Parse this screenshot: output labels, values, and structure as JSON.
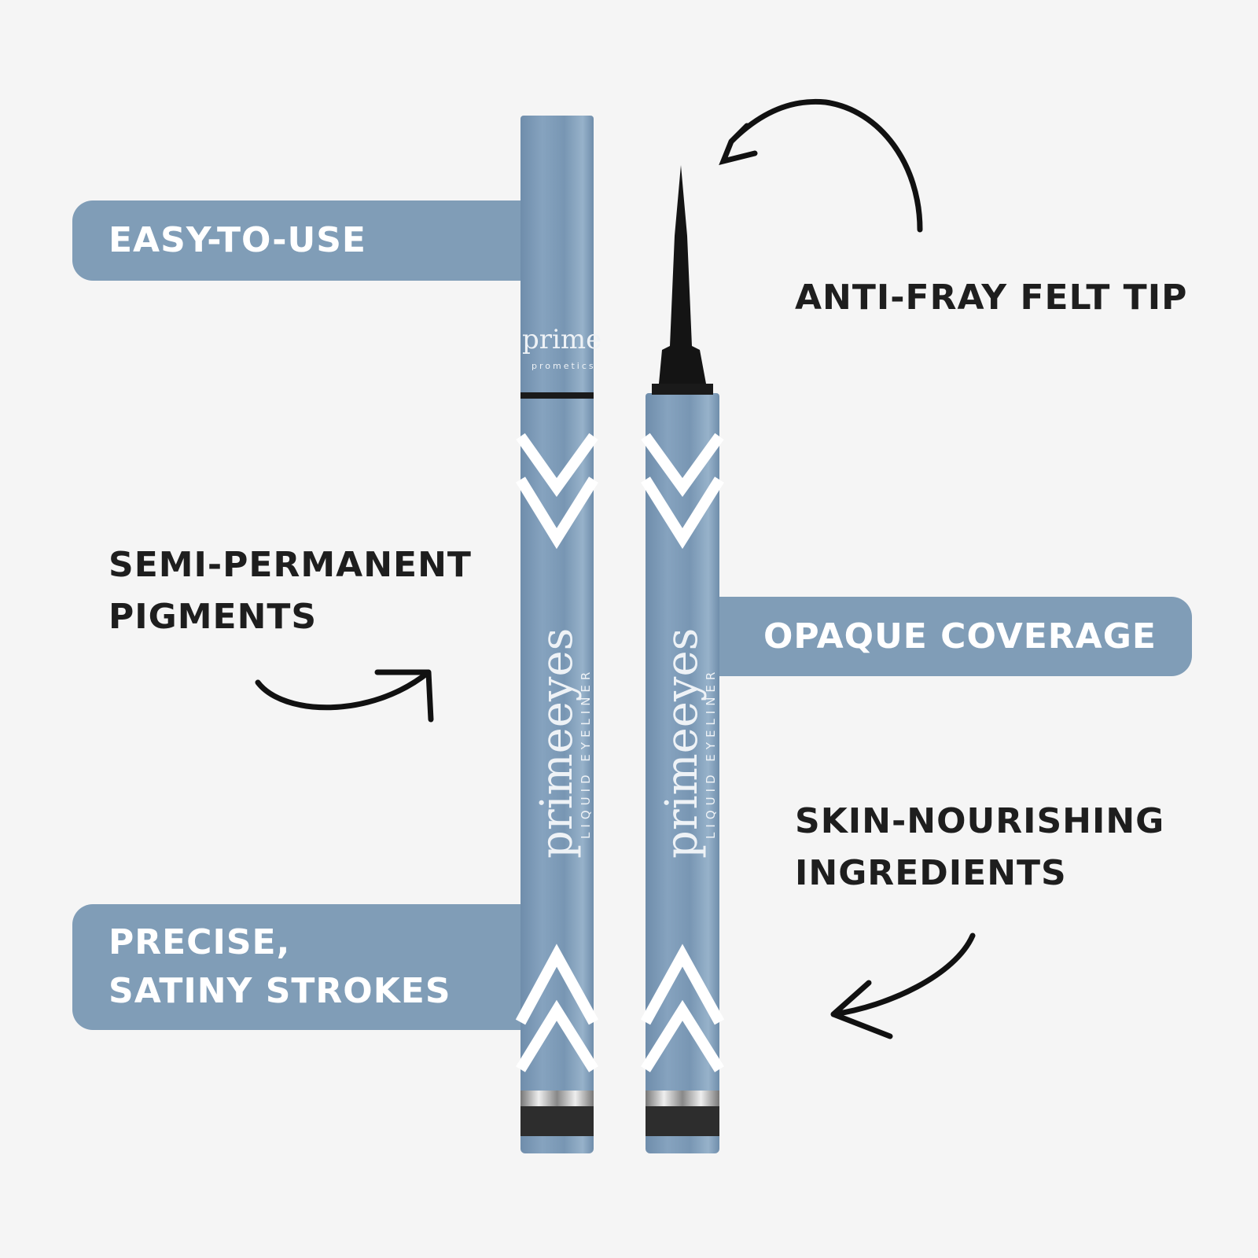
{
  "features": {
    "easy_to_use": "EASY-TO-USE",
    "precise_line1": "PRECISE,",
    "precise_line2": "SATINY STROKES",
    "opaque": "OPAQUE COVERAGE",
    "anti_fray": "ANTI-FRAY FELT TIP",
    "semi_line1": "SEMI-PERMANENT",
    "semi_line2": "PIGMENTS",
    "skin_line1": "SKIN-NOURISHING",
    "skin_line2": "INGREDIENTS"
  },
  "product": {
    "cap_logo": "prime",
    "cap_sub": "prometics",
    "brand": "primeeyes",
    "type": "LIQUID EYELINER"
  },
  "colors": {
    "label_bg": "#809db7",
    "pen_blue": "#7b99b5",
    "background": "#f5f5f5",
    "text": "#1e1e1e"
  }
}
